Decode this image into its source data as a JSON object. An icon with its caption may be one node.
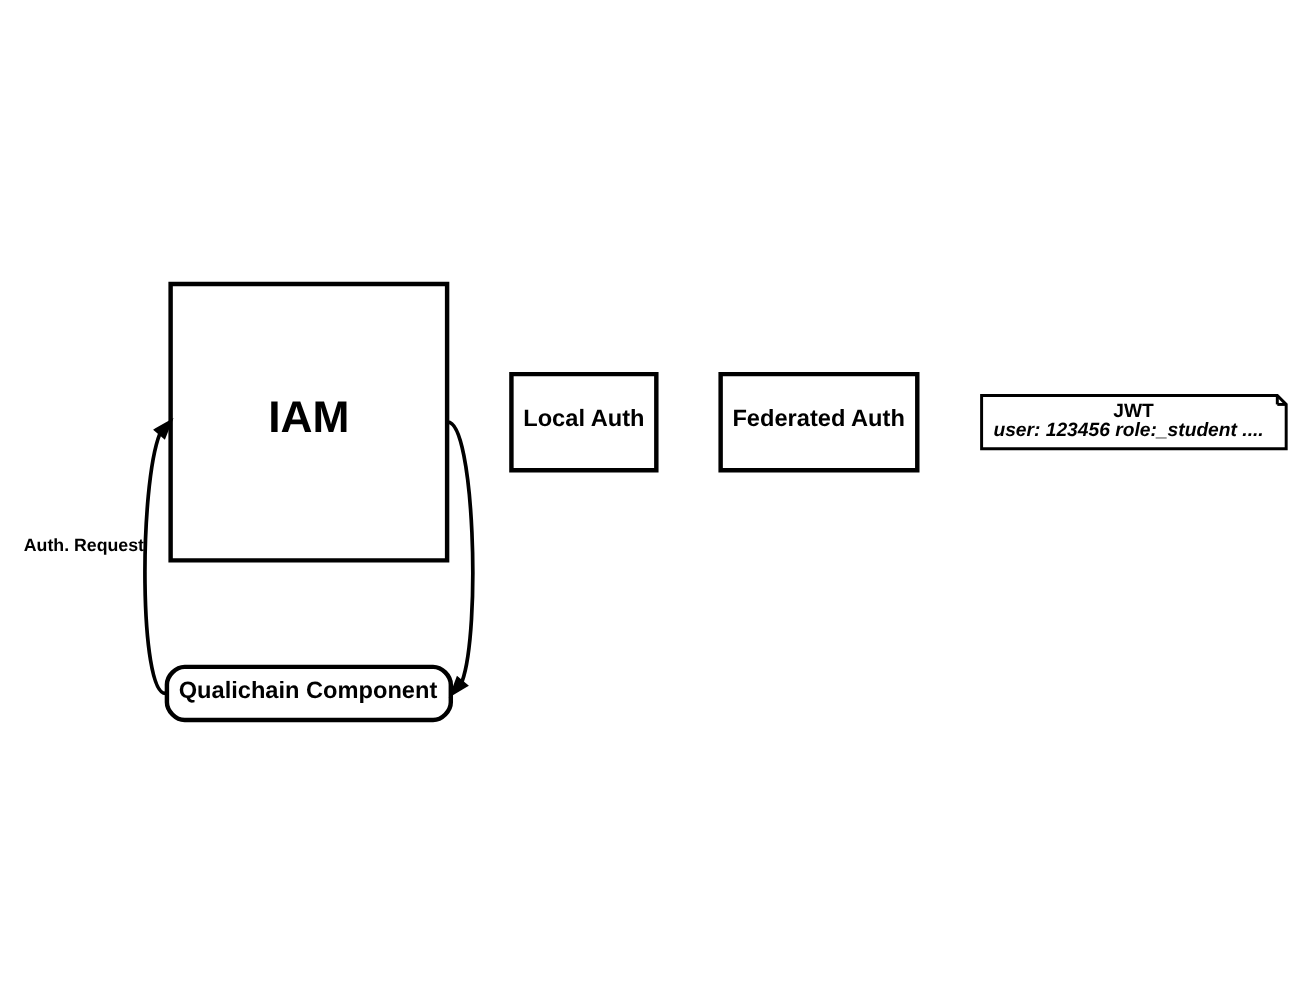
{
  "diagram": {
    "nodes": [
      {
        "text": [
          "IAM"
        ]
      },
      {
        "text": [
          "Local Auth"
        ]
      },
      {
        "text": [
          "Federated Auth"
        ]
      },
      {
        "text": [
          "JWT",
          "user: 123456 role:_student ...."
        ]
      },
      {
        "text": [
          "Qualichain Component"
        ]
      }
    ],
    "edges": [
      {
        "from": 4,
        "to": 0,
        "arrow": "to",
        "label": "Auth. Request"
      },
      {
        "from": 0,
        "to": 4,
        "arrow": "to"
      }
    ]
  }
}
